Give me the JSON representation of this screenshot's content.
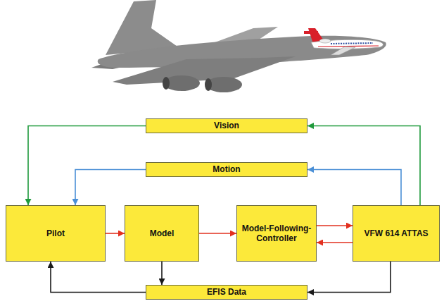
{
  "diagram": {
    "nodes": [
      {
        "text": [
          "Vision"
        ]
      },
      {
        "text": [
          "Motion"
        ]
      },
      {
        "text": [
          "Pilot"
        ]
      },
      {
        "text": [
          "Model"
        ]
      },
      {
        "text": [
          "Model-Following-Controller"
        ]
      },
      {
        "text": [
          "VFW 614 ATTAS"
        ]
      },
      {
        "text": [
          "EFIS Data"
        ]
      }
    ],
    "edges": [
      {
        "from": 5,
        "to": 0,
        "arrow": "to"
      },
      {
        "from": 0,
        "to": 2,
        "arrow": "to"
      },
      {
        "from": 5,
        "to": 1,
        "arrow": "to"
      },
      {
        "from": 1,
        "to": 2,
        "arrow": "to"
      },
      {
        "from": 2,
        "to": 3,
        "arrow": "to"
      },
      {
        "from": 3,
        "to": 4,
        "arrow": "to"
      },
      {
        "from": 4,
        "to": 5,
        "arrow": "to"
      },
      {
        "from": 5,
        "to": 4,
        "arrow": "to"
      },
      {
        "from": 3,
        "to": 6,
        "arrow": "to"
      },
      {
        "from": 5,
        "to": 6,
        "arrow": "to"
      },
      {
        "from": 6,
        "to": 2,
        "arrow": "to"
      }
    ]
  }
}
